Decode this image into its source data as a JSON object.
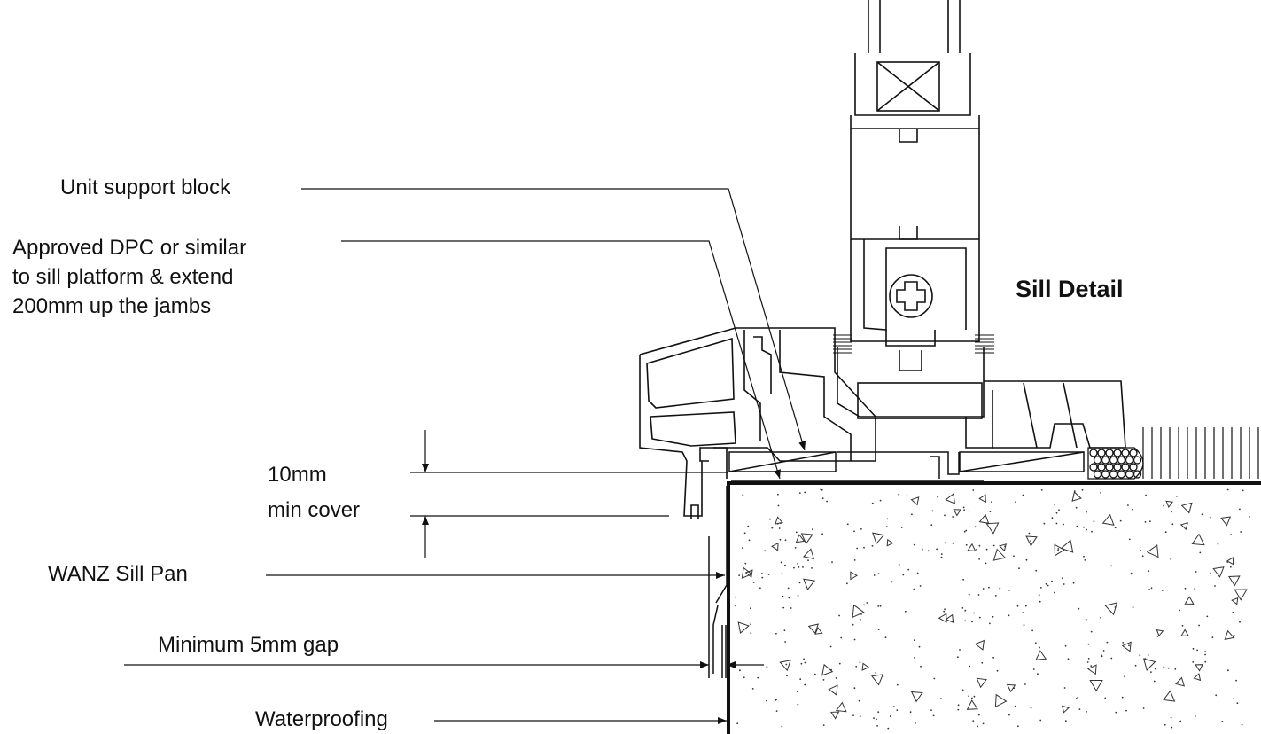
{
  "title": "Sill Detail",
  "labels": {
    "unit_support_block": "Unit support block",
    "dpc_line1": "Approved DPC or similar",
    "dpc_line2": "to sill platform & extend",
    "dpc_line3": "200mm up the jambs",
    "cover_line1": "10mm",
    "cover_line2": "min cover",
    "sill_pan": "WANZ Sill Pan",
    "gap": "Minimum 5mm gap",
    "waterproofing": "Waterproofing"
  },
  "colors": {
    "line": "#111111",
    "background": "#ffffff"
  }
}
